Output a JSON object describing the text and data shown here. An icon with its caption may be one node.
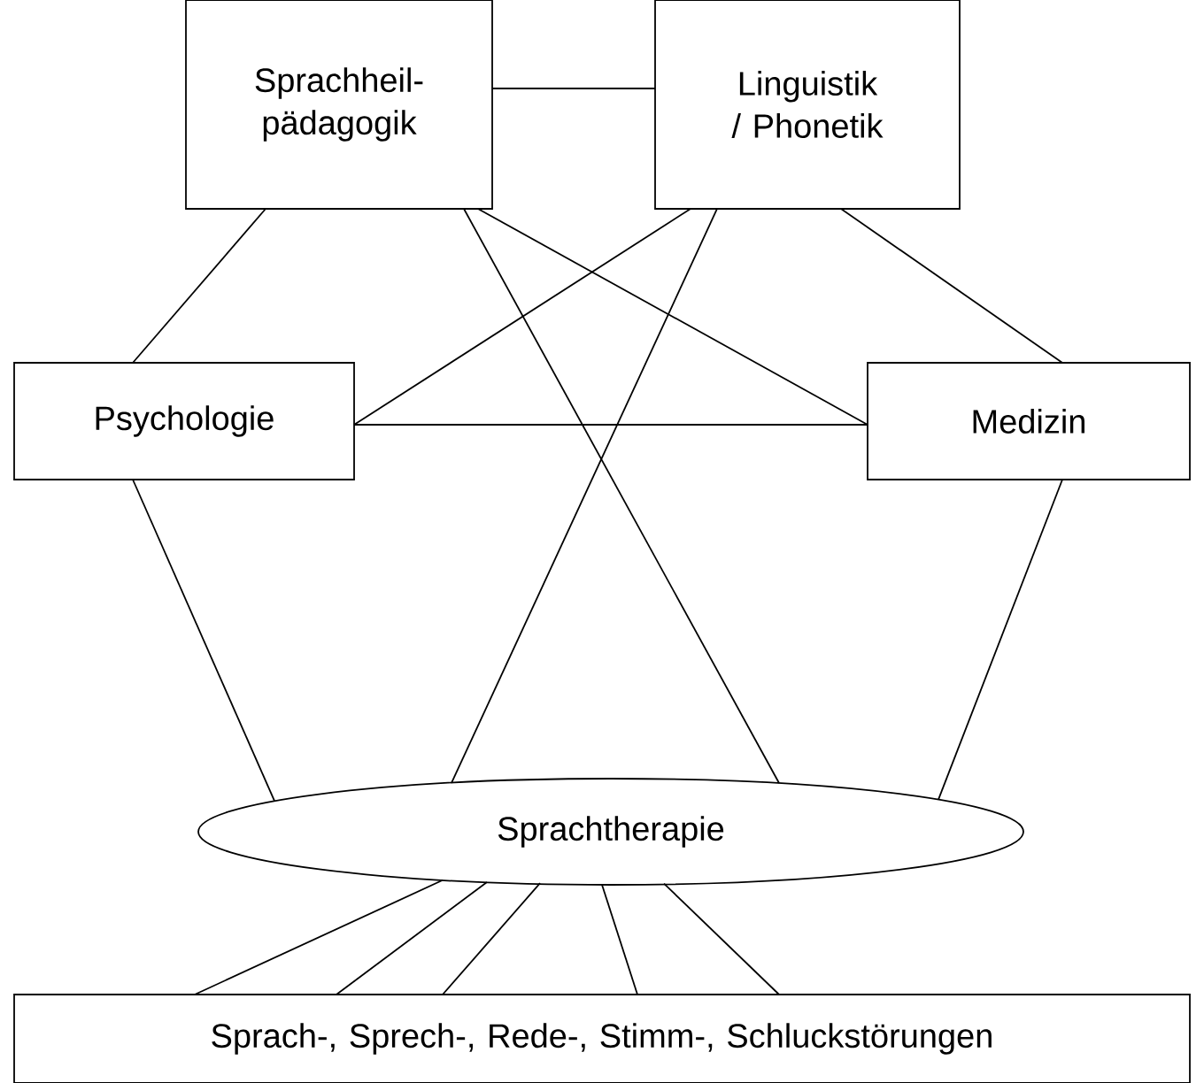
{
  "diagram": {
    "nodes": [
      {
        "text": [
          "Sprachheil- pädagogik"
        ]
      },
      {
        "text": [
          "Linguistik / Phonetik"
        ]
      },
      {
        "text": [
          "Psychologie"
        ]
      },
      {
        "text": [
          "Medizin"
        ]
      },
      {
        "text": [
          "Sprachtherapie"
        ]
      },
      {
        "text": [
          "Sprach-, Sprech-, Rede-, Stimm-, Schluckstörungen"
        ]
      }
    ],
    "edges": [
      {
        "from": 0,
        "to": 1,
        "arrow": "none"
      },
      {
        "from": 0,
        "to": 2,
        "arrow": "none"
      },
      {
        "from": 0,
        "to": 3,
        "arrow": "none"
      },
      {
        "from": 0,
        "to": 4,
        "arrow": "none"
      },
      {
        "from": 1,
        "to": 2,
        "arrow": "none"
      },
      {
        "from": 1,
        "to": 3,
        "arrow": "none"
      },
      {
        "from": 1,
        "to": 4,
        "arrow": "none"
      },
      {
        "from": 2,
        "to": 3,
        "arrow": "none"
      },
      {
        "from": 2,
        "to": 4,
        "arrow": "none"
      },
      {
        "from": 3,
        "to": 4,
        "arrow": "none"
      },
      {
        "from": 4,
        "to": 5,
        "arrow": "none"
      },
      {
        "from": 4,
        "to": 5,
        "arrow": "none"
      },
      {
        "from": 4,
        "to": 5,
        "arrow": "none"
      },
      {
        "from": 4,
        "to": 5,
        "arrow": "none"
      },
      {
        "from": 4,
        "to": 5,
        "arrow": "none"
      }
    ]
  }
}
